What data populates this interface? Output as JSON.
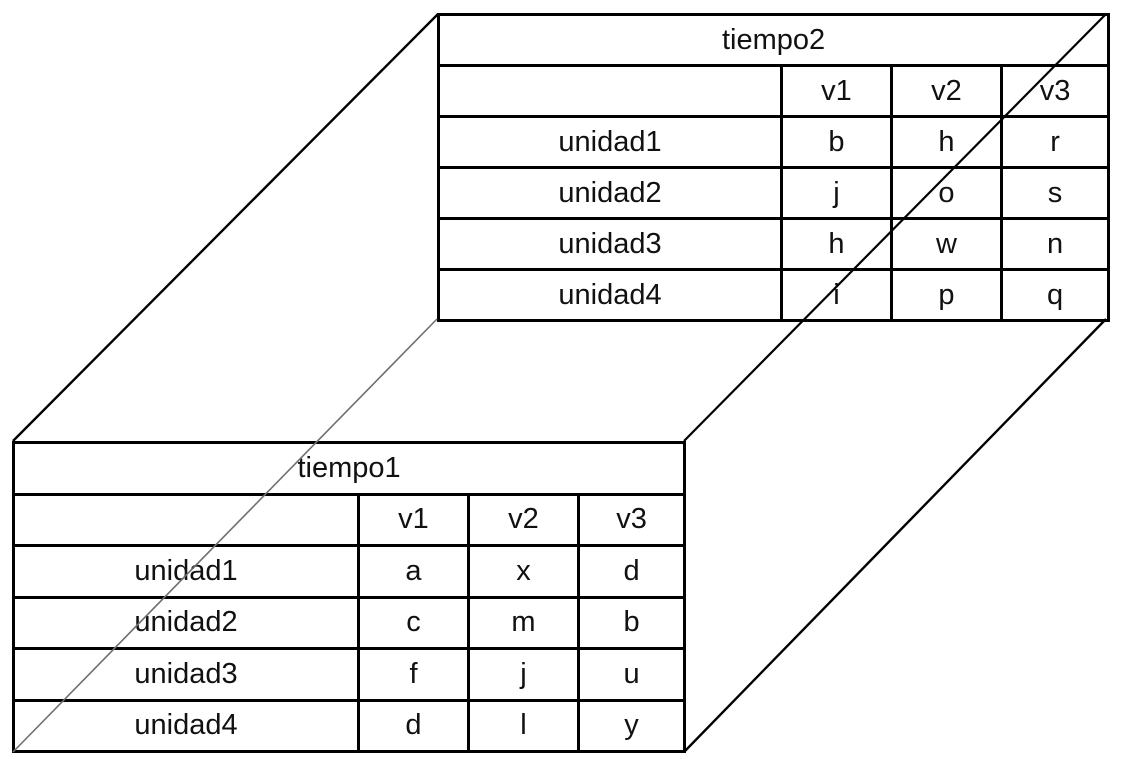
{
  "colors": {
    "background": "#ffffff",
    "table_border": "#000000",
    "text": "#111111",
    "edge_visible": "#000000",
    "edge_hidden": "#6f6f6f"
  },
  "back_table": {
    "title": "tiempo2",
    "col_headers": [
      "v1",
      "v2",
      "v3"
    ],
    "rows": [
      {
        "label": "unidad1",
        "values": [
          "b",
          "h",
          "r"
        ]
      },
      {
        "label": "unidad2",
        "values": [
          "j",
          "o",
          "s"
        ]
      },
      {
        "label": "unidad3",
        "values": [
          "h",
          "w",
          "n"
        ]
      },
      {
        "label": "unidad4",
        "values": [
          "i",
          "p",
          "q"
        ]
      }
    ]
  },
  "front_table": {
    "title": "tiempo1",
    "col_headers": [
      "v1",
      "v2",
      "v3"
    ],
    "rows": [
      {
        "label": "unidad1",
        "values": [
          "a",
          "x",
          "d"
        ]
      },
      {
        "label": "unidad2",
        "values": [
          "c",
          "m",
          "b"
        ]
      },
      {
        "label": "unidad3",
        "values": [
          "f",
          "j",
          "u"
        ]
      },
      {
        "label": "unidad4",
        "values": [
          "d",
          "l",
          "y"
        ]
      }
    ]
  }
}
